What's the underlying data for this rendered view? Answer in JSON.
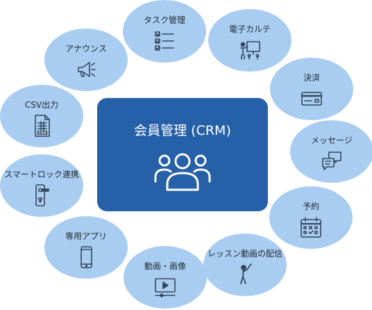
{
  "center": {
    "title": "会員管理 (CRM)",
    "icon": "users-group-icon"
  },
  "features": [
    {
      "label": "タスク管理",
      "icon": "checklist-icon"
    },
    {
      "label": "電子カルテ",
      "icon": "presentation-board-icon"
    },
    {
      "label": "決済",
      "icon": "credit-card-icon"
    },
    {
      "label": "メッセージ",
      "icon": "chat-bubbles-icon"
    },
    {
      "label": "予約",
      "icon": "calendar-icon"
    },
    {
      "label": "レッスン動画の配信",
      "icon": "golfer-icon"
    },
    {
      "label": "動画・画像",
      "icon": "video-player-icon"
    },
    {
      "label": "専用アプリ",
      "icon": "smartphone-icon"
    },
    {
      "label": "スマートロック連携",
      "icon": "smart-lock-icon"
    },
    {
      "label": "CSV出力",
      "icon": "csv-file-icon"
    },
    {
      "label": "アナウンス",
      "icon": "megaphone-icon"
    }
  ],
  "colors": {
    "bubble": "#a9cdf0",
    "center": "#2660a8",
    "icon_stroke": "#34475c",
    "center_text": "#ffffff"
  }
}
